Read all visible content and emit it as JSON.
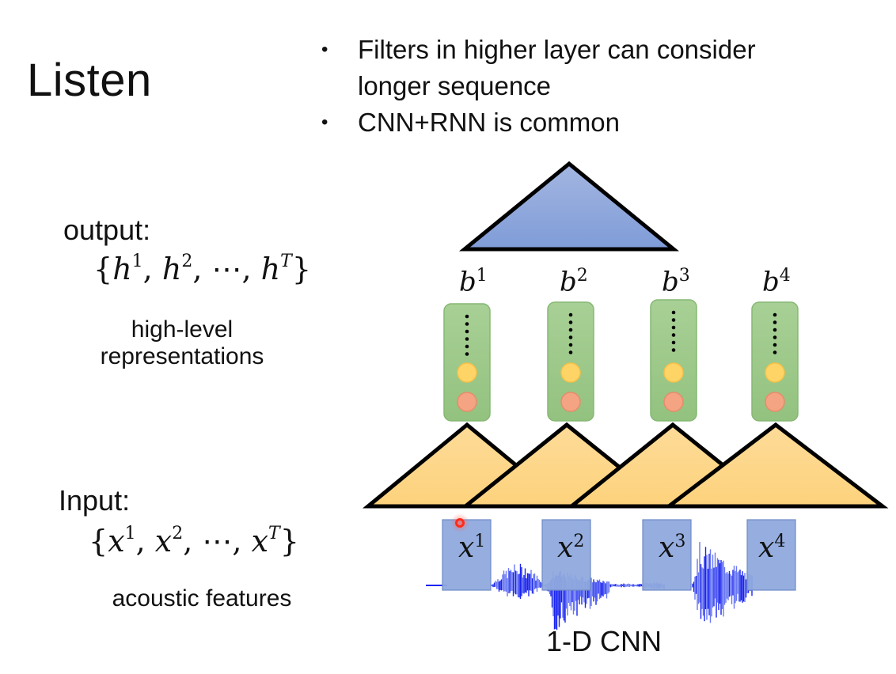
{
  "slide": {
    "title": "Listen",
    "bullets": [
      {
        "line1": "Filters in higher layer can consider",
        "line2": "longer sequence"
      },
      {
        "line1": "CNN+RNN is common",
        "line2": ""
      }
    ],
    "output": {
      "label": "output:",
      "set_open": "{",
      "set_close": "}",
      "var": "h",
      "items": [
        "1",
        "2",
        "T"
      ],
      "ellipsis": "⋯",
      "caption_line1": "high-level",
      "caption_line2": "representations"
    },
    "input": {
      "label": "Input:",
      "set_open": "{",
      "set_close": "}",
      "var": "x",
      "items": [
        "1",
        "2",
        "T"
      ],
      "ellipsis": "⋯",
      "caption": "acoustic features"
    },
    "diagram": {
      "top_filter": "blue-triangle",
      "hidden_vectors": [
        {
          "var": "b",
          "sup": "1"
        },
        {
          "var": "b",
          "sup": "2"
        },
        {
          "var": "b",
          "sup": "3"
        },
        {
          "var": "b",
          "sup": "4"
        }
      ],
      "input_frames": [
        {
          "var": "x",
          "sup": "1"
        },
        {
          "var": "x",
          "sup": "2"
        },
        {
          "var": "x",
          "sup": "3"
        },
        {
          "var": "x",
          "sup": "4"
        }
      ],
      "caption": "1-D CNN",
      "colors": {
        "blue_fill": "#8fa8dc",
        "vector_fill": "#9cc789",
        "vector_border": "#86b874",
        "yellow_node": "#ffd466",
        "orange_node": "#f4a383",
        "filter_fill": "#fdd587",
        "frame_fill": "#8fa9dd",
        "waveform": "#1a24f0",
        "cursor": "#ff2a1a"
      }
    }
  }
}
